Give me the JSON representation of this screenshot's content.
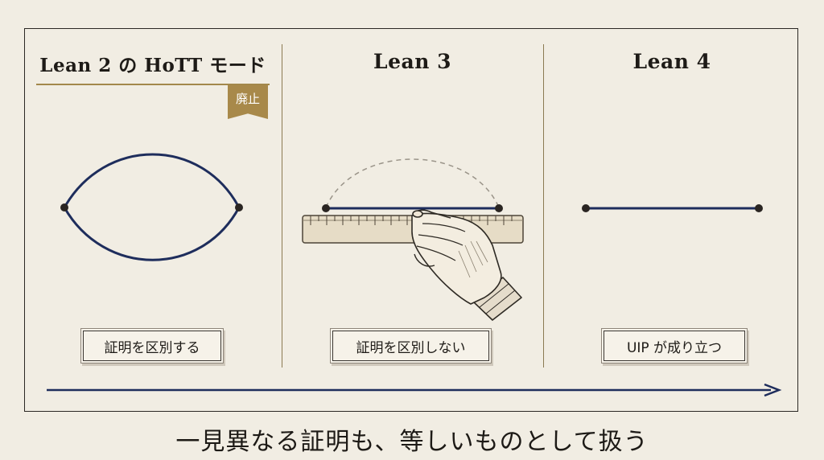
{
  "columns": [
    {
      "title": "Lean 2 の HoTT モード",
      "badge": "廃止",
      "label": "証明を区別する"
    },
    {
      "title": "Lean 3",
      "label": "証明を区別しない"
    },
    {
      "title": "Lean 4",
      "label": "UIP が成り立つ"
    }
  ],
  "caption": "一見異なる証明も、等しいものとして扱う",
  "colors": {
    "background": "#f1ede3",
    "path": "#1e2d5c",
    "accent_gold": "#a8894a",
    "arrow": "#1e2d5c",
    "point": "#2a2522"
  },
  "icons": [
    "hand-icon",
    "ruler-icon",
    "timeline-arrow-icon"
  ]
}
